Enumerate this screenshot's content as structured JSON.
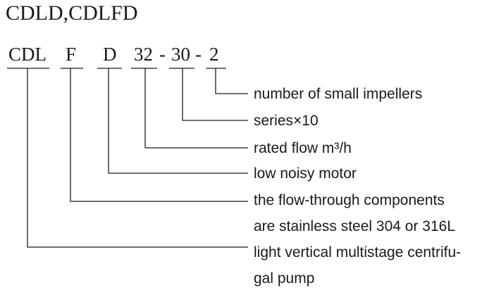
{
  "title": "CDLD,CDLFD",
  "model_code": {
    "part_cdl": "CDL",
    "part_f": "F",
    "part_d": "D",
    "part_flow": "32",
    "dash_1": "-",
    "part_series": "30",
    "dash_2": "-",
    "part_impellers": "2"
  },
  "labels": {
    "impellers": "number of small impellers",
    "series": "series×10",
    "rated_flow": "rated flow m³/h",
    "motor": "low noisy motor",
    "material_line1": "the flow-through components",
    "material_line2": "are stainless steel 304 or 316L",
    "pump_line1": "light vertical multistage centrifu-",
    "pump_line2": "gal pump"
  }
}
